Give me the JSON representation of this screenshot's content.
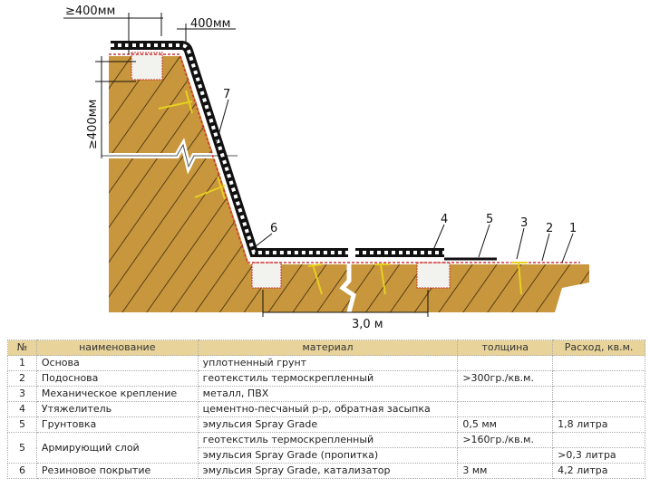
{
  "diagram": {
    "dimensions": {
      "top_left": "≥400мм",
      "top_right": "400мм",
      "vertical": "≥400мм",
      "bottom": "3,0 м"
    },
    "callouts": [
      "7",
      "6",
      "4",
      "5",
      "3",
      "2",
      "1"
    ],
    "colors": {
      "soil": "#c8963c",
      "hatch": "#3a2810",
      "coating": "#111111",
      "primer": "#d03030",
      "anchor": "#e8d020"
    }
  },
  "table": {
    "headers": [
      "№",
      "наименование",
      "материал",
      "толщина",
      "Расход, кв.м."
    ],
    "rows": [
      {
        "n": "1",
        "name": "Основа",
        "material": "уплотненный грунт",
        "thickness": "",
        "consumption": ""
      },
      {
        "n": "2",
        "name": "Подоснова",
        "material": "геотекстиль термоскрепленный",
        "thickness": ">300гр./кв.м.",
        "consumption": ""
      },
      {
        "n": "3",
        "name": "Механическое крепление",
        "material": "металл, ПВХ",
        "thickness": "",
        "consumption": ""
      },
      {
        "n": "4",
        "name": "Утяжелитель",
        "material": "цементно-песчаный р-р, обратная засыпка",
        "thickness": "",
        "consumption": ""
      },
      {
        "n": "5",
        "name": "Грунтовка",
        "material": "эмульсия Spray Grade",
        "thickness": "0,5 мм",
        "consumption": "1,8 литра"
      }
    ],
    "armour": {
      "n": "5",
      "name": "Армирующий слой",
      "sub": [
        {
          "material": "геотекстиль термоскрепленный",
          "thickness": ">160гр./кв.м.",
          "consumption": ""
        },
        {
          "material": "эмульсия Spray Grade (пропитка)",
          "thickness": "",
          "consumption": ">0,3 литра"
        }
      ]
    },
    "last": {
      "n": "6",
      "name": "Резиновое покрытие",
      "material": "эмульсия Spray Grade, катализатор",
      "thickness": "3 мм",
      "consumption": "4,2 литра"
    }
  }
}
